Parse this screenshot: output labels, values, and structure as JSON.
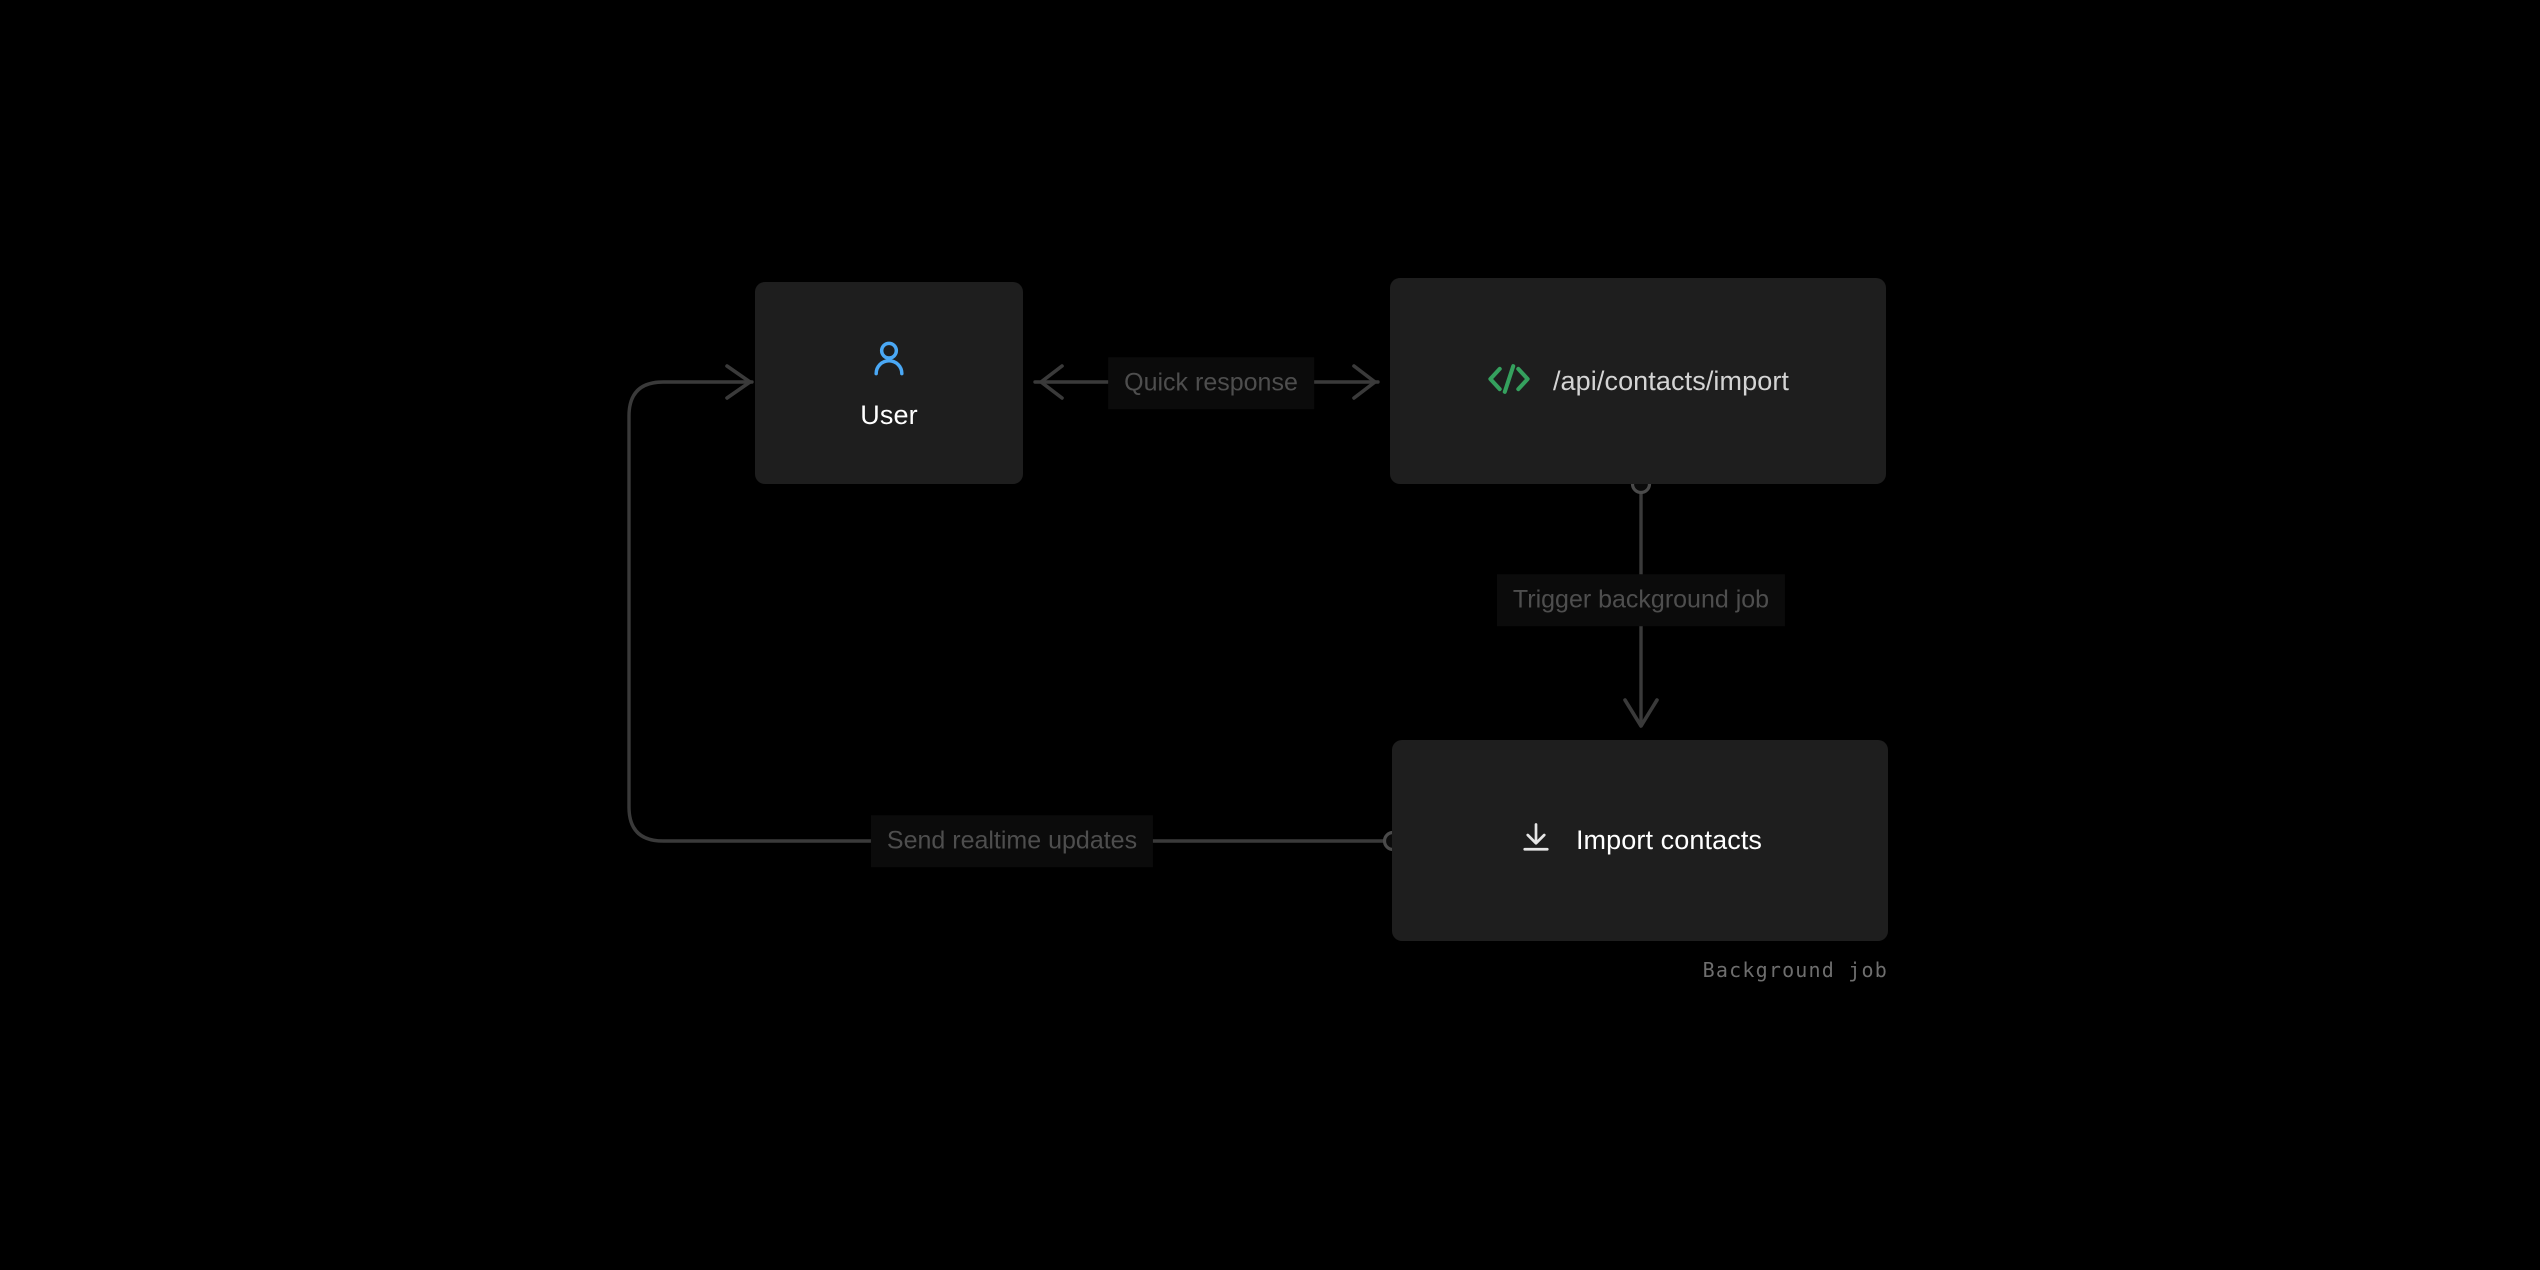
{
  "diagram": {
    "background_color": "#000000",
    "node_color": "#1e1e1e",
    "edge_color": "#3a3a3a",
    "label_text_color": "#4e4e4e",
    "nodes": [
      {
        "id": "user",
        "label": "User",
        "icon": "user-person-icon",
        "icon_color": "#4aa8f5"
      },
      {
        "id": "api",
        "label": "/api/contacts/import",
        "icon": "code-brackets-icon",
        "icon_color": "#35a15e"
      },
      {
        "id": "job",
        "label": "Import contacts",
        "icon": "download-import-icon",
        "icon_color": "#e6e6e6",
        "caption": "Background job"
      }
    ],
    "edges": [
      {
        "id": "quick-response",
        "label": "Quick response",
        "from": "api",
        "to": "user",
        "direction": "bidirectional"
      },
      {
        "id": "trigger-background-job",
        "label": "Trigger background job",
        "from": "api",
        "to": "job",
        "direction": "down"
      },
      {
        "id": "send-realtime-updates",
        "label": "Send realtime updates",
        "from": "job",
        "to": "user",
        "direction": "loop-left"
      }
    ]
  }
}
